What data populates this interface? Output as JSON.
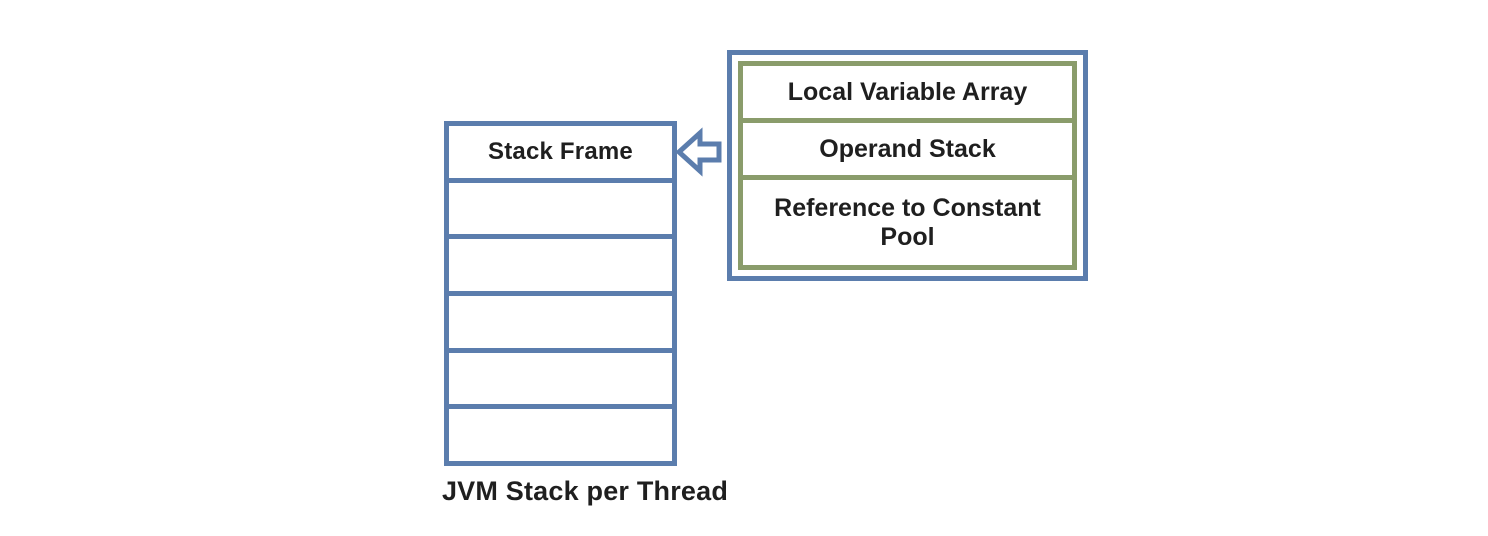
{
  "diagram": {
    "title": "JVM stack per thread diagram",
    "stack": {
      "frame_label": "Stack Frame",
      "empty_cell_count": 5,
      "caption": "JVM Stack per Thread"
    },
    "frame_detail": {
      "rows": [
        "Local Variable Array",
        "Operand Stack",
        "Reference to Constant Pool"
      ]
    },
    "icons": {
      "arrow": "left-block-arrow-icon"
    }
  },
  "colors": {
    "blue": "#5b7dad",
    "green": "#8a9c6b",
    "text": "#1f1f1f",
    "bg": "#ffffff"
  }
}
